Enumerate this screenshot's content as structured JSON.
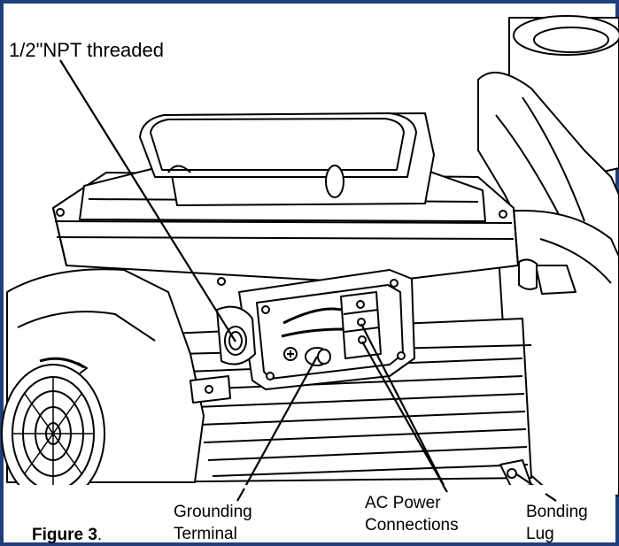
{
  "labels": {
    "npt": "1/2\"NPT threaded",
    "grounding_line1": "Grounding",
    "grounding_line2": "Terminal",
    "ac_line1": "AC Power",
    "ac_line2": "Connections",
    "bonding_line1": "Bonding",
    "bonding_line2": "Lug",
    "figure": "Figure 3",
    "figure_punct": "."
  },
  "colors": {
    "frame_border": "#1e3f7a",
    "line": "#000000",
    "fill": "#ffffff"
  },
  "icons": [
    "pool-pump-motor-illustration",
    "threaded-conduit-port",
    "grounding-terminal-screw",
    "ac-terminal-block",
    "bonding-lug",
    "fan-cover-grille"
  ]
}
